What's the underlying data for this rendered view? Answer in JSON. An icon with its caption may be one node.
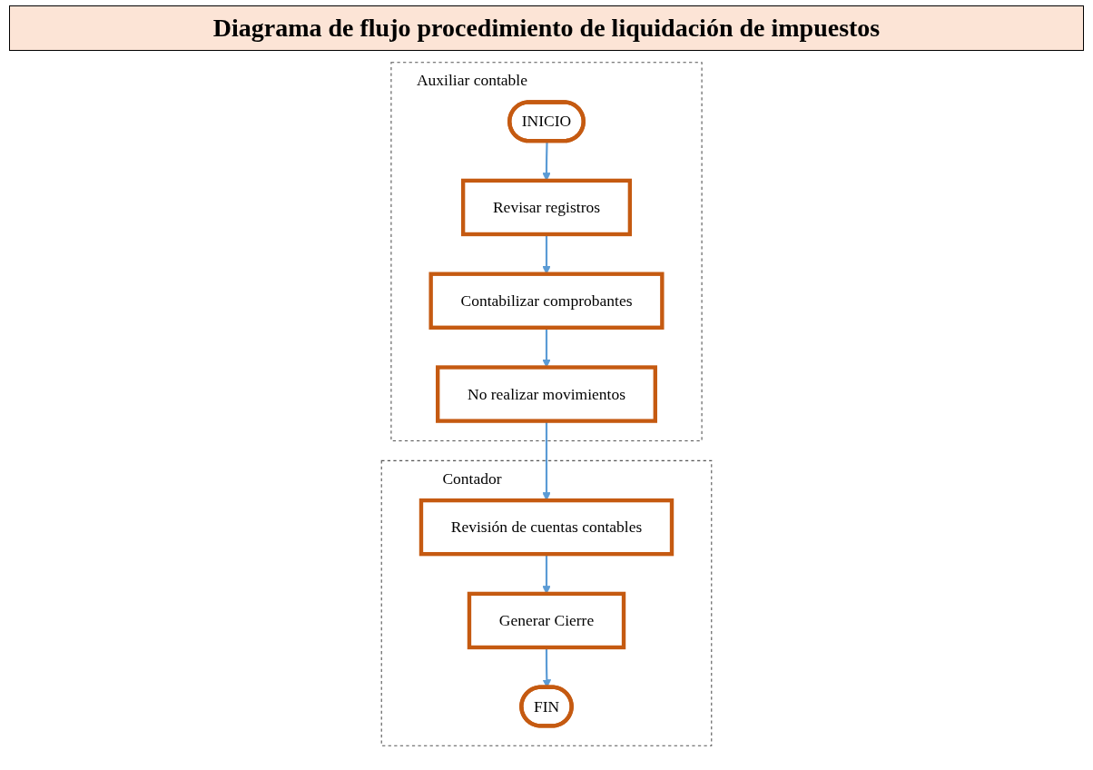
{
  "diagram": {
    "title": "Diagrama de flujo procedimiento de liquidación de impuestos",
    "nodes": [
      {
        "text": [
          "Contador"
        ]
      },
      {
        "text": [
          "Auxiliar contable"
        ]
      },
      {
        "text": [
          "INICIO"
        ],
        "in": 1
      },
      {
        "text": [
          "Revisar registros"
        ],
        "in": 1
      },
      {
        "text": [
          "Contabilizar comprobantes"
        ],
        "in": 1
      },
      {
        "text": [
          "No realizar movimientos"
        ],
        "in": 1
      },
      {
        "text": [
          "Revisión de cuentas contables"
        ],
        "in": 0
      },
      {
        "text": [
          "Generar Cierre"
        ],
        "in": 0
      },
      {
        "text": [
          "FIN"
        ],
        "in": 0
      }
    ],
    "edges": [
      {
        "from": 2,
        "to": 3,
        "arrow": "to"
      },
      {
        "from": 3,
        "to": 4,
        "arrow": "to"
      },
      {
        "from": 4,
        "to": 5,
        "arrow": "to"
      },
      {
        "from": 5,
        "to": 6,
        "arrow": "to"
      },
      {
        "from": 6,
        "to": 7,
        "arrow": "to"
      },
      {
        "from": 7,
        "to": 8,
        "arrow": "to"
      }
    ]
  }
}
